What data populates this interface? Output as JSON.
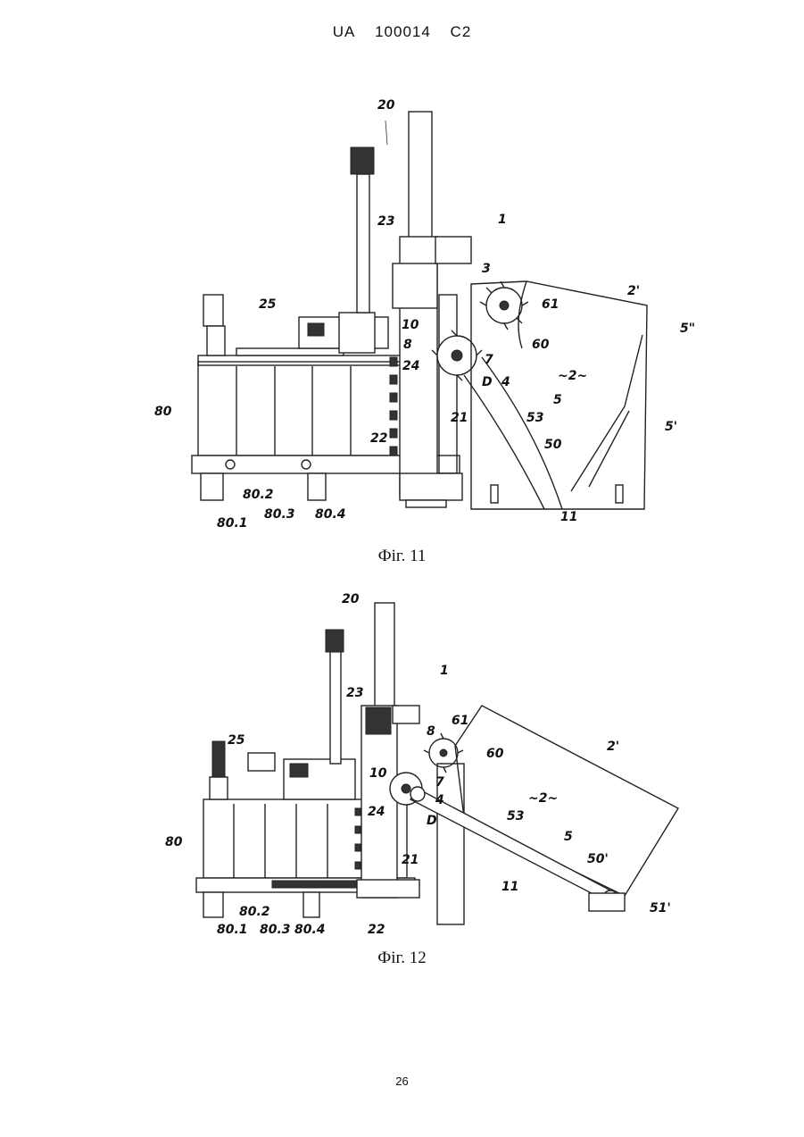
{
  "header": {
    "country": "UA",
    "number": "100014",
    "kind": "C2"
  },
  "figures": [
    {
      "caption": "Фіг. 11",
      "labels": {
        "l20": "20",
        "l1": "1",
        "l23": "23",
        "l3": "3",
        "l61": "61",
        "l2p": "2'",
        "l25": "25",
        "l10": "10",
        "l8": "8",
        "l60": "60",
        "l5pp": "5\"",
        "l24": "24",
        "lD": "D",
        "l4": "4",
        "l7": "7",
        "l2": "~2~",
        "l5": "5",
        "l80": "80",
        "l22": "22",
        "l21": "21",
        "l53": "53",
        "l5p": "5'",
        "l50": "50",
        "l801": "80.1",
        "l802": "80.2",
        "l803": "80.3",
        "l804": "80.4",
        "l11": "11"
      }
    },
    {
      "caption": "Фіг. 12",
      "labels": {
        "l20": "20",
        "l1": "1",
        "l23": "23",
        "l61": "61",
        "l8": "8",
        "l60": "60",
        "l2p": "2'",
        "l25": "25",
        "l10": "10",
        "l7": "7",
        "l4": "4",
        "l2": "~2~",
        "l24": "24",
        "lD": "D",
        "l53": "53",
        "l5": "5",
        "l80": "80",
        "l21": "21",
        "l50p": "50'",
        "l11": "11",
        "l51p": "51'",
        "l801": "80.1",
        "l802": "80.2",
        "l803": "80.3",
        "l804": "80.4",
        "l22": "22"
      }
    }
  ],
  "page_number": "26"
}
